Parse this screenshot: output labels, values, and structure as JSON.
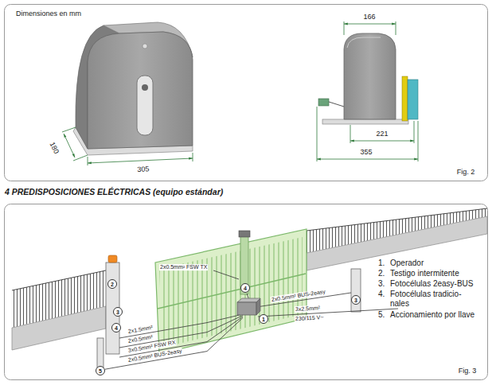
{
  "diagram": {
    "title": "4 PREDISPOSICIONES ELÉCTRICAS (equipo estándar)",
    "nodes": [
      {
        "text": [
          "2"
        ]
      },
      {
        "text": [
          "3"
        ]
      },
      {
        "text": [
          "4"
        ]
      },
      {
        "text": [
          "5"
        ]
      },
      {
        "text": [
          "4"
        ]
      },
      {
        "text": [
          "1"
        ]
      },
      {
        "text": [
          "3"
        ]
      }
    ],
    "labels": [
      "Dimensiones en mm",
      "180",
      "305",
      "166",
      "221",
      "355",
      "Fig. 2",
      "2x0.5mm² FSW TX",
      "2x1.5mm²",
      "2x0.5mm²",
      "3x0.5mm² FSW RX",
      "2x0.5mm² BUS-2easy",
      "2x0.5mm² BUS-2easy",
      "3x2.5mm²",
      "230/115 V~",
      "1.",
      "Operador",
      "2.",
      "Testigo intermitente",
      "3.",
      "Fotocélulas 2easy-BUS",
      "4.",
      "Fotocélulas tradicio- nales",
      "5.",
      "Accionamiento por llave",
      "Fig. 3"
    ]
  }
}
